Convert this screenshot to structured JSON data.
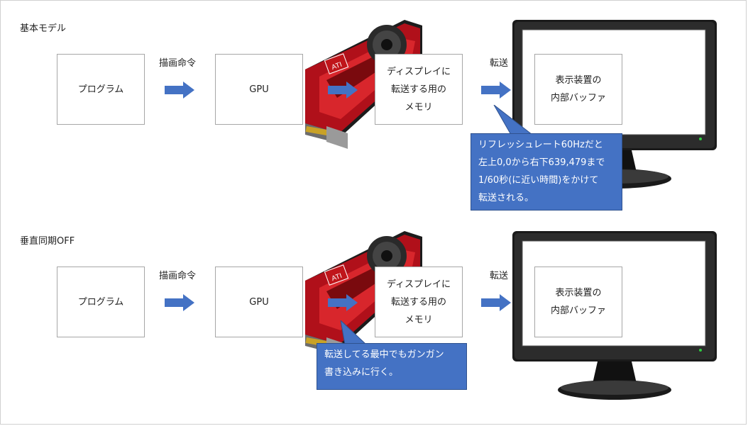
{
  "sections": [
    {
      "title": "基本モデル",
      "program_label": "プログラム",
      "draw_command_label": "描画命令",
      "gpu_label": "GPU",
      "memory_label": "ディスプレイに\n転送する用の\nメモリ",
      "transfer_label": "転送",
      "display_buffer_label": "表示装置の\n内部バッファ",
      "callout_text": "リフレッシュレート60Hzだと\n左上0,0から右下639,479まで\n1/60秒(に近い時間)をかけて\n転送される。"
    },
    {
      "title": "垂直同期OFF",
      "program_label": "プログラム",
      "draw_command_label": "描画命令",
      "gpu_label": "GPU",
      "memory_label": "ディスプレイに\n転送する用の\nメモリ",
      "transfer_label": "転送",
      "display_buffer_label": "表示装置の\n内部バッファ",
      "callout_text": "転送してる最中でもガンガン\n書き込みに行く。"
    }
  ],
  "colors": {
    "arrow": "#4472c4",
    "callout": "#4472c4",
    "monitor_bezel": "#1a1a1a",
    "gpu_red": "#c0151a"
  },
  "icons": [
    "gpu-card-image",
    "monitor-image",
    "right-arrow-icon"
  ]
}
